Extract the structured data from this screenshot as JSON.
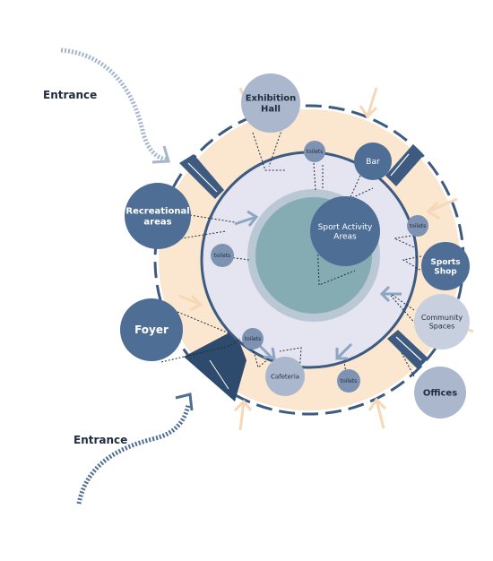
{
  "entrances": [
    {
      "label": "Entrance"
    },
    {
      "label": "Entrance"
    }
  ],
  "nodes": [
    {
      "id": "exhibition",
      "lines": [
        "Exhibition",
        "Hall"
      ]
    },
    {
      "id": "toilets-top",
      "lines": [
        "toilets"
      ]
    },
    {
      "id": "bar",
      "lines": [
        "Bar"
      ]
    },
    {
      "id": "recreational",
      "lines": [
        "Recreational",
        "areas"
      ]
    },
    {
      "id": "toilets-right",
      "lines": [
        "toilets"
      ]
    },
    {
      "id": "sport-activity",
      "lines": [
        "Sport Activity",
        "Areas"
      ]
    },
    {
      "id": "toilets-left",
      "lines": [
        "toilets"
      ]
    },
    {
      "id": "sports-shop",
      "lines": [
        "Sports",
        "Shop"
      ]
    },
    {
      "id": "community",
      "lines": [
        "Community",
        "Spaces"
      ]
    },
    {
      "id": "foyer",
      "lines": [
        "Foyer"
      ]
    },
    {
      "id": "toilets-bottom-left",
      "lines": [
        "toilets"
      ]
    },
    {
      "id": "cafeteria",
      "lines": [
        "Cafeteria"
      ]
    },
    {
      "id": "toilets-bottom",
      "lines": [
        "toilets"
      ]
    },
    {
      "id": "offices",
      "lines": [
        "Offices"
      ]
    }
  ],
  "colors": {
    "dark_blue": "#4f6e95",
    "mid_blue": "#7e92b1",
    "light_blue": "#aab7cd",
    "pale": "#c8d0df",
    "outer_ring": "#fbe7cf",
    "inner_ring": "#e5e5f1",
    "core": "#84acb2",
    "core_ring": "#b9c8d4",
    "navy": "#2e4a6c",
    "arrow_blue": "#8ea5c2",
    "arrow_orange": "#f7d8b6"
  }
}
